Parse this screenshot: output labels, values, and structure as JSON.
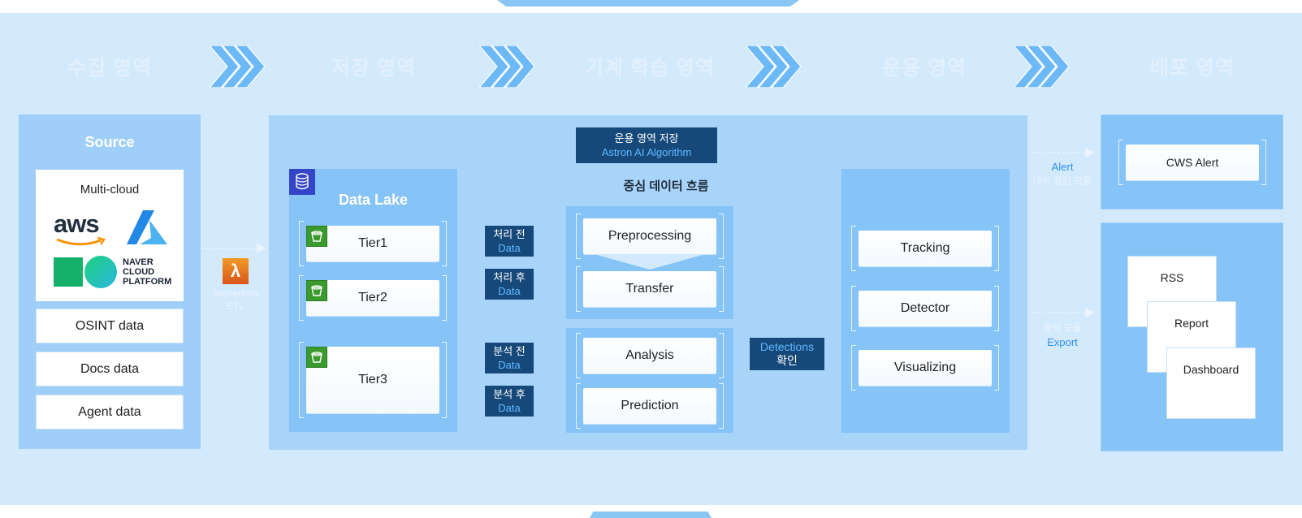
{
  "stages": [
    "수집 영역",
    "저장 영역",
    "기계 학습 영역",
    "운용 영역",
    "배포 영역"
  ],
  "source": {
    "title": "Source",
    "multicloud_title": "Multi-cloud",
    "aws": "aws",
    "naver_lines": [
      "NAVER",
      "CLOUD",
      "PLATFORM"
    ],
    "items": [
      "OSINT data",
      "Docs data",
      "Agent data"
    ]
  },
  "etl": {
    "line1": "Serverless",
    "line2": "ETL"
  },
  "ops_store": {
    "line1": "운용 영역 저장",
    "line2": "Astron AI Algorithm"
  },
  "flow_label": "중심 데이터 흐름",
  "datalake": {
    "title": "Data Lake",
    "tiers": [
      "Tier1",
      "Tier2",
      "Tier3"
    ]
  },
  "data_tags": [
    {
      "line1": "처리 전",
      "line2": "Data"
    },
    {
      "line1": "처리 후",
      "line2": "Data"
    },
    {
      "line1": "분석 전",
      "line2": "Data"
    },
    {
      "line1": "분석 후",
      "line2": "Data"
    }
  ],
  "ml": {
    "group1": [
      "Preprocessing",
      "Transfer"
    ],
    "group2": [
      "Analysis",
      "Prediction"
    ]
  },
  "detections_tag": {
    "line1": "Detections",
    "line2": "확인"
  },
  "ops": [
    "Tracking",
    "Detector",
    "Visualizing"
  ],
  "alert_label": {
    "line1": "Alert",
    "line2": "내부 알림 모듈"
  },
  "export_label": {
    "line1": "출력 모듈",
    "line2": "Export"
  },
  "deploy": {
    "alert_card": "CWS Alert",
    "stack": [
      "RSS",
      "Report",
      "Dashboard"
    ]
  },
  "colors": {
    "background": "#d3e9fc",
    "panel": "#9fcff8",
    "box": "#86c3f6",
    "tag": "#16497a",
    "accent": "#2f8ef0",
    "bucket": "#3a9a2e",
    "lambda": "#e8771c"
  }
}
